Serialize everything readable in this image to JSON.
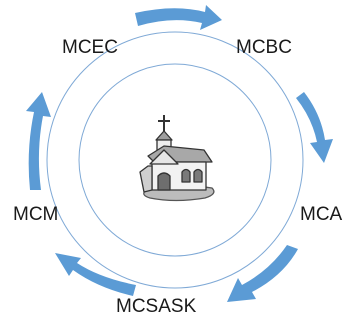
{
  "diagram": {
    "nodes": [
      {
        "id": "mcec",
        "label": "MCEC"
      },
      {
        "id": "mcbc",
        "label": "MCBC"
      },
      {
        "id": "mca",
        "label": "MCA"
      },
      {
        "id": "mcsask",
        "label": "MCSASK"
      },
      {
        "id": "mcm",
        "label": "MCM"
      }
    ],
    "cycle": [
      "mcec",
      "mcbc",
      "mca",
      "mcsask",
      "mcm"
    ],
    "center_icon": "church-icon",
    "colors": {
      "arrow": "#5b9bd5",
      "ring": "#7fa9d6",
      "text": "#1a1a1a"
    }
  }
}
